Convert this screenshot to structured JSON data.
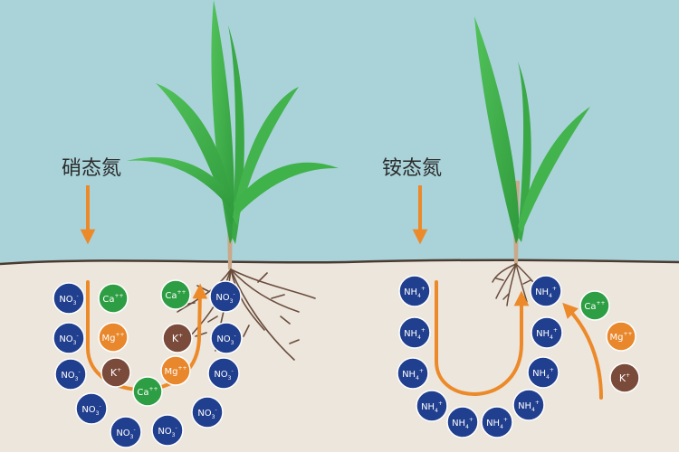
{
  "labels": {
    "left": "硝态氮",
    "right": "铵态氮"
  },
  "ions": {
    "nitrate": {
      "base": "NO",
      "sub": "3",
      "sup": "-"
    },
    "ammonium": {
      "base": "NH",
      "sub": "4",
      "sup": "+"
    },
    "calcium": {
      "base": "Ca",
      "sub": "",
      "sup": "++"
    },
    "magnesium": {
      "base": "Mg",
      "sub": "",
      "sup": "++"
    },
    "potassium": {
      "base": "K",
      "sub": "",
      "sup": "+"
    }
  },
  "colors": {
    "sky": "#a9d3d9",
    "soil": "#ece6dd",
    "ground_line": "#4a3a2f",
    "arrow": "#ec8a2a",
    "leaf": "#3fb24a",
    "leaf_dark": "#2a8a36",
    "root": "#6a4c3b",
    "nitrate_ion": "#213f8f",
    "ammonium_ion": "#213f8f",
    "calcium_ion": "#2e9e44",
    "magnesium_ion": "#e8872b",
    "potassium_ion": "#7a4a3a"
  }
}
